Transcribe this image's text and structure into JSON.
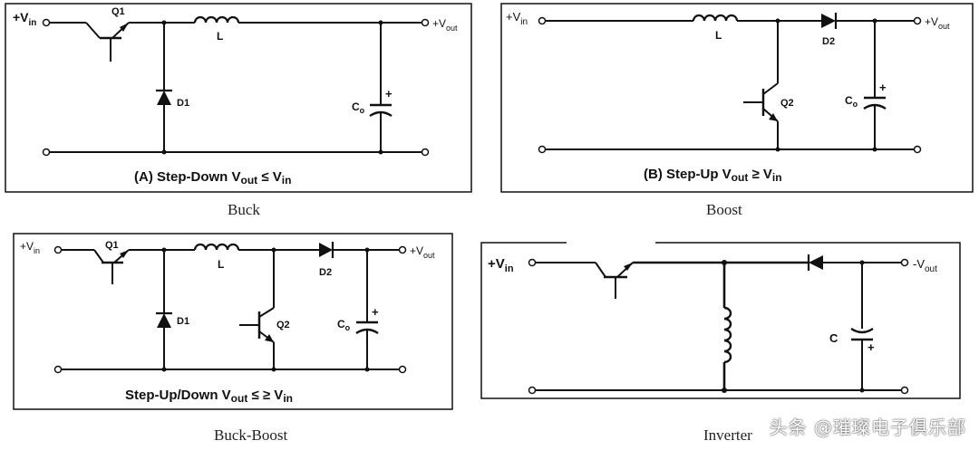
{
  "panels": {
    "buck": {
      "vin": "+V",
      "vin_sub": "in",
      "vout": "+V",
      "vout_sub": "out",
      "q1": "Q1",
      "l": "L",
      "d1": "D1",
      "co": "C",
      "co_sub": "o",
      "plus": "+",
      "title_main": "(A) Step-Down V",
      "title_sub1": "out",
      "title_rel": " ≤ V",
      "title_sub2": "in",
      "caption": "Buck"
    },
    "boost": {
      "vin": "+V",
      "vin_sub": "in",
      "vout": "+V",
      "vout_sub": "out",
      "l": "L",
      "d2": "D2",
      "q2": "Q2",
      "co": "C",
      "co_sub": "o",
      "plus": "+",
      "title_main": "(B) Step-Up V",
      "title_sub1": "out",
      "title_rel": " ≥ V",
      "title_sub2": "in",
      "caption": "Boost"
    },
    "buckboost": {
      "vin": "+V",
      "vin_sub": "in",
      "vout": "+V",
      "vout_sub": "out",
      "q1": "Q1",
      "l": "L",
      "d1": "D1",
      "d2": "D2",
      "q2": "Q2",
      "co": "C",
      "co_sub": "o",
      "plus": "+",
      "title_main": "Step-Up/Down V",
      "title_sub1": "out",
      "title_rel": " ≤ ≥ V",
      "title_sub2": "in",
      "caption": "Buck-Boost"
    },
    "inverter": {
      "vin": "+V",
      "vin_sub": "in",
      "vout": "-V",
      "vout_sub": "out",
      "c": "C",
      "plus": "+",
      "caption": "Inverter"
    }
  },
  "watermark": "头条 @璀璨电子俱乐部"
}
